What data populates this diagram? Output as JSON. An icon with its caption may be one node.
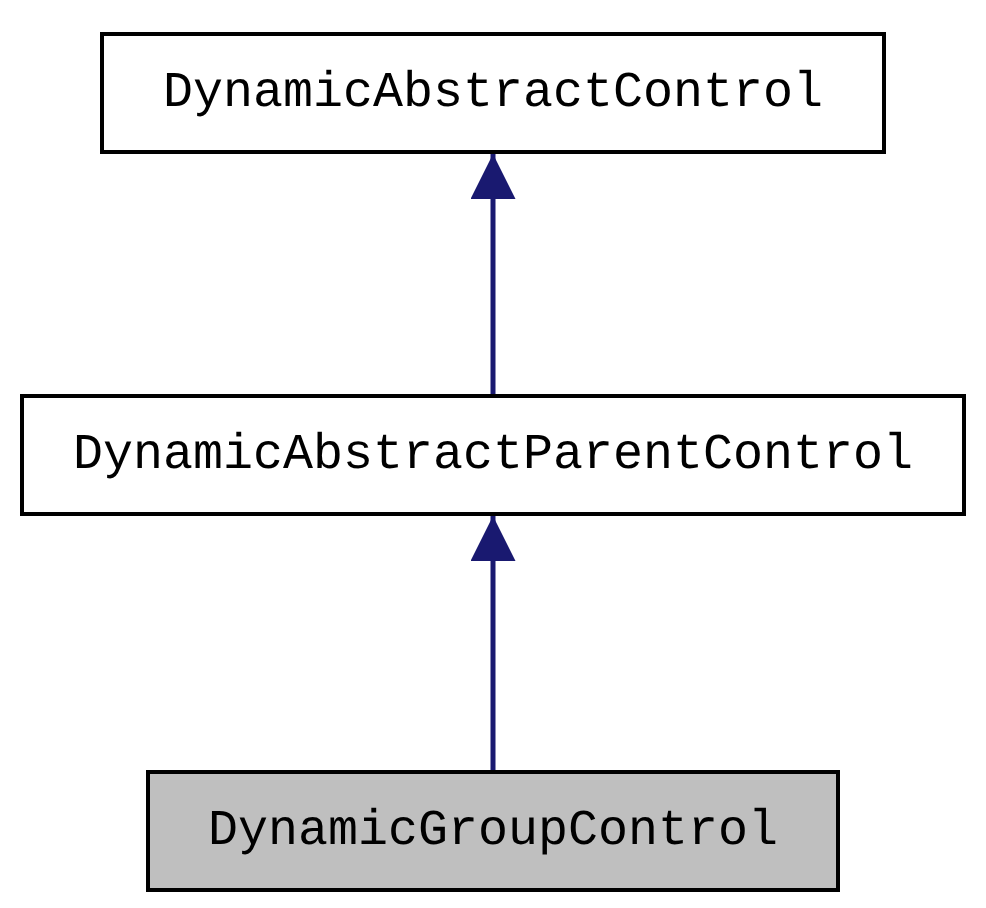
{
  "diagram": {
    "nodes": [
      {
        "text": [
          "DynamicAbstractControl"
        ]
      },
      {
        "text": [
          "DynamicAbstractParentControl"
        ]
      },
      {
        "text": [
          "DynamicGroupControl"
        ]
      }
    ],
    "edges": [
      {
        "from": 1,
        "to": 0,
        "arrow": "to"
      },
      {
        "from": 2,
        "to": 1,
        "arrow": "to"
      }
    ]
  }
}
